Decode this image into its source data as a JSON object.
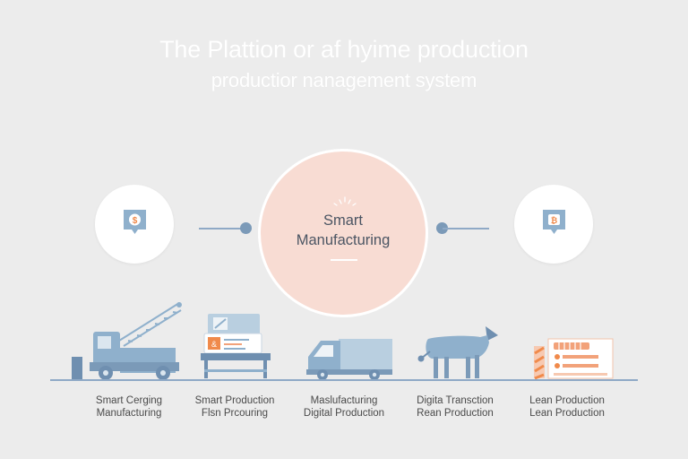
{
  "header": {
    "title_line1": "The Plattion or af hyime production",
    "title_line2": "productior nanagement system"
  },
  "center": {
    "label_line1": "Smart",
    "label_line2": "Manufacturing"
  },
  "left_node": {
    "icon": "dollar-pin-icon",
    "glyph": "$"
  },
  "right_node": {
    "icon": "bitcoin-pin-icon",
    "glyph": "₿"
  },
  "colors": {
    "accent_blue": "#7b9ab8",
    "center_fill": "#f8dcd3",
    "accent_orange": "#f2a27a",
    "background": "#ececec"
  },
  "stages": [
    {
      "icon": "crane-truck-icon",
      "line1": "Smart Cerging",
      "line2": "Manufacturing"
    },
    {
      "icon": "workbench-screen-icon",
      "line1": "Smart Production",
      "line2": "Flsn Prcouring"
    },
    {
      "icon": "delivery-truck-icon",
      "line1": "Maslufacturing",
      "line2": "Digital Production"
    },
    {
      "icon": "animal-figure-icon",
      "line1": "Digita Transction",
      "line2": "Rean Production"
    },
    {
      "icon": "shelf-rack-icon",
      "line1": "Lean Production",
      "line2": "Lean Production"
    }
  ]
}
